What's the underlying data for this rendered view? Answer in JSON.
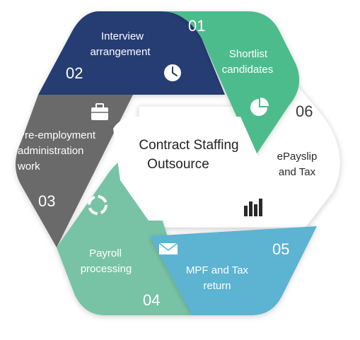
{
  "center": {
    "line1": "Contract Staffing",
    "line2": "Outsource"
  },
  "colors": {
    "navy": "#253e73",
    "green": "#4dbc8d",
    "white_segment": "#ffffff",
    "blue": "#5bb3d2",
    "mint": "#78c3a6",
    "gray": "#6b6b6b"
  },
  "segments": [
    {
      "number": "01",
      "label_lines": [
        "Shortlist",
        "candidates"
      ],
      "icon": "pie-chart-icon"
    },
    {
      "number": "02",
      "label_lines": [
        "Interview",
        "arrangement"
      ],
      "icon": "clock-icon"
    },
    {
      "number": "03",
      "label_lines": [
        "Pre-employment",
        "administration",
        "work"
      ],
      "icon": "briefcase-icon"
    },
    {
      "number": "04",
      "label_lines": [
        "Payroll",
        "processing"
      ],
      "icon": "refresh-cycle-icon"
    },
    {
      "number": "05",
      "label_lines": [
        "MPF and Tax",
        "return"
      ],
      "icon": "envelope-icon"
    },
    {
      "number": "06",
      "label_lines": [
        "ePayslip",
        "and Tax"
      ],
      "icon": "bar-chart-icon"
    }
  ]
}
